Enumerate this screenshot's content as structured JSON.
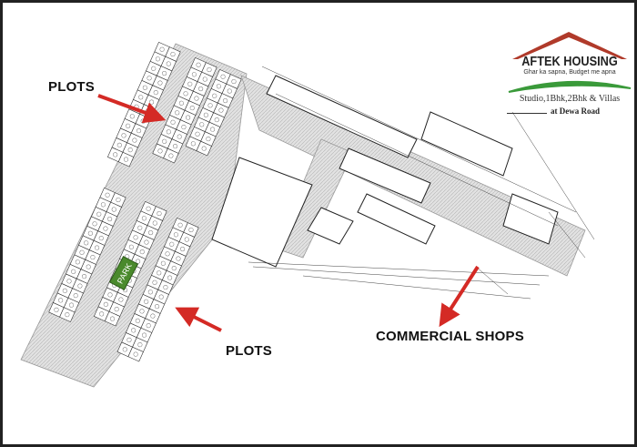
{
  "labels": {
    "plots_top": "PLOTS",
    "plots_bottom": "PLOTS",
    "park": "PARK",
    "commercial": "COMMERCIAL SHOPS"
  },
  "logo": {
    "brand": "AFTEK HOUSING",
    "tagline": "Ghar ka sapna, Budget me apna",
    "types": "Studio,1Bhk,2Bhk & Villas",
    "location": "at Dewa Road"
  },
  "colors": {
    "arrow": "#d42a25",
    "park": "#4a8a2c",
    "roof": "#b03a2a",
    "swoosh": "#3a9a3a",
    "road_fill": "#d8d8d8"
  }
}
